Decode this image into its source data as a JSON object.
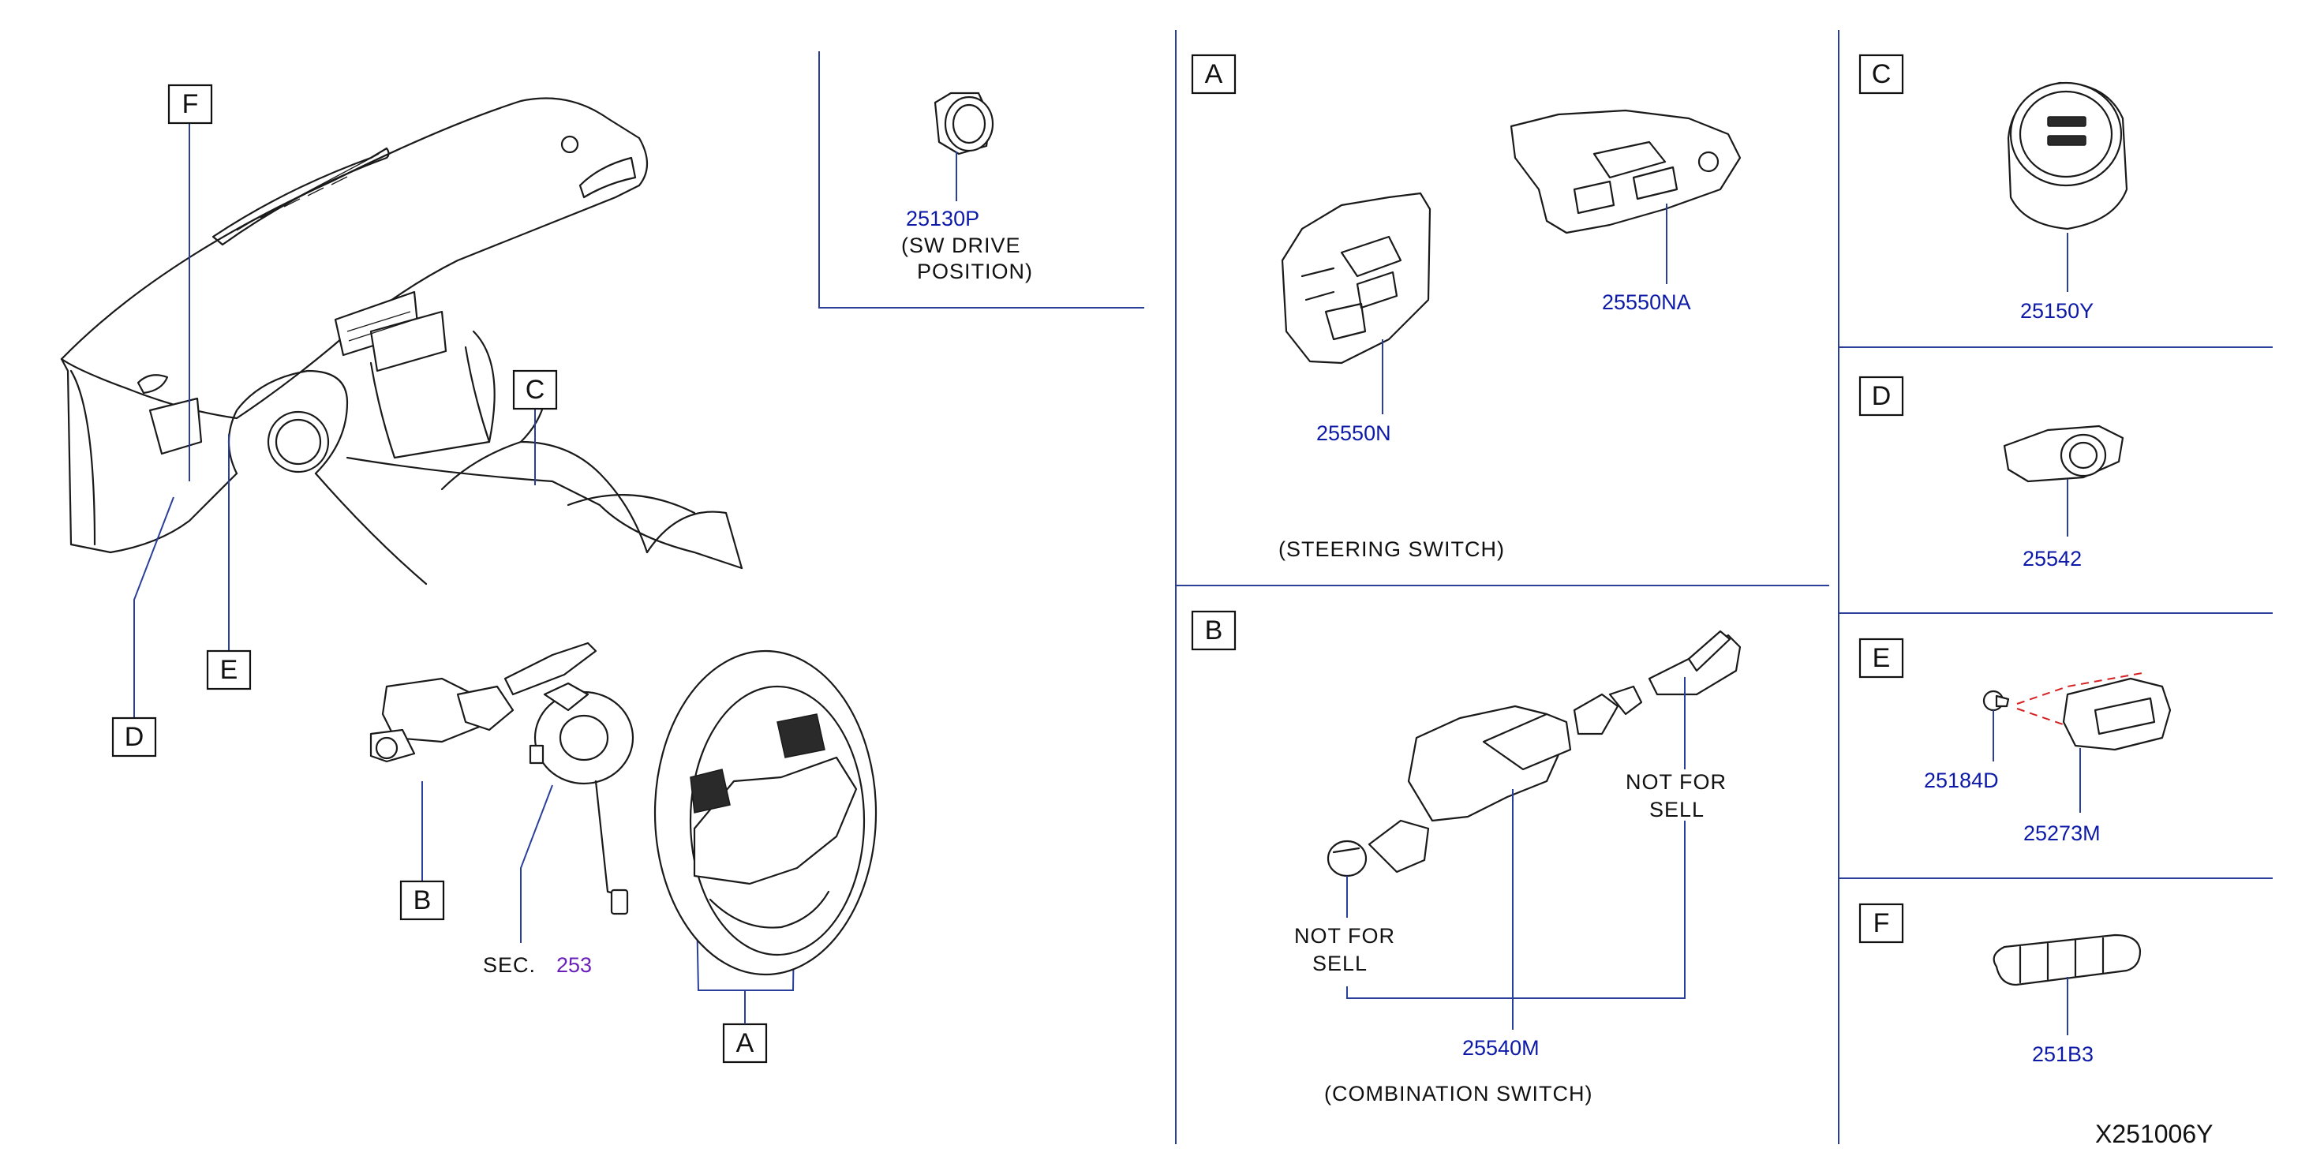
{
  "overview_callouts": {
    "f": "F",
    "c": "C",
    "e": "E",
    "d": "D",
    "b": "B",
    "a": "A"
  },
  "sec_ref": {
    "prefix": "SEC.",
    "number": "253"
  },
  "drive_position": {
    "part": "25130P",
    "desc_line1": "(SW   DRIVE",
    "desc_line2": "POSITION)"
  },
  "section_a": {
    "label": "A",
    "part_left": "25550N",
    "part_right": "25550NA",
    "caption": "(STEERING   SWITCH)"
  },
  "section_b": {
    "label": "B",
    "nfs_left_1": "NOT   FOR",
    "nfs_left_2": "SELL",
    "nfs_right_1": "NOT   FOR",
    "nfs_right_2": "SELL",
    "part": "25540M",
    "caption": "(COMBINATION   SWITCH)"
  },
  "section_c": {
    "label": "C",
    "part": "25150Y"
  },
  "section_d": {
    "label": "D",
    "part": "25542"
  },
  "section_e": {
    "label": "E",
    "part_screw": "25184D",
    "part_module": "25273M"
  },
  "section_f": {
    "label": "F",
    "part": "251B3"
  },
  "diagram_id": "X251006Y"
}
